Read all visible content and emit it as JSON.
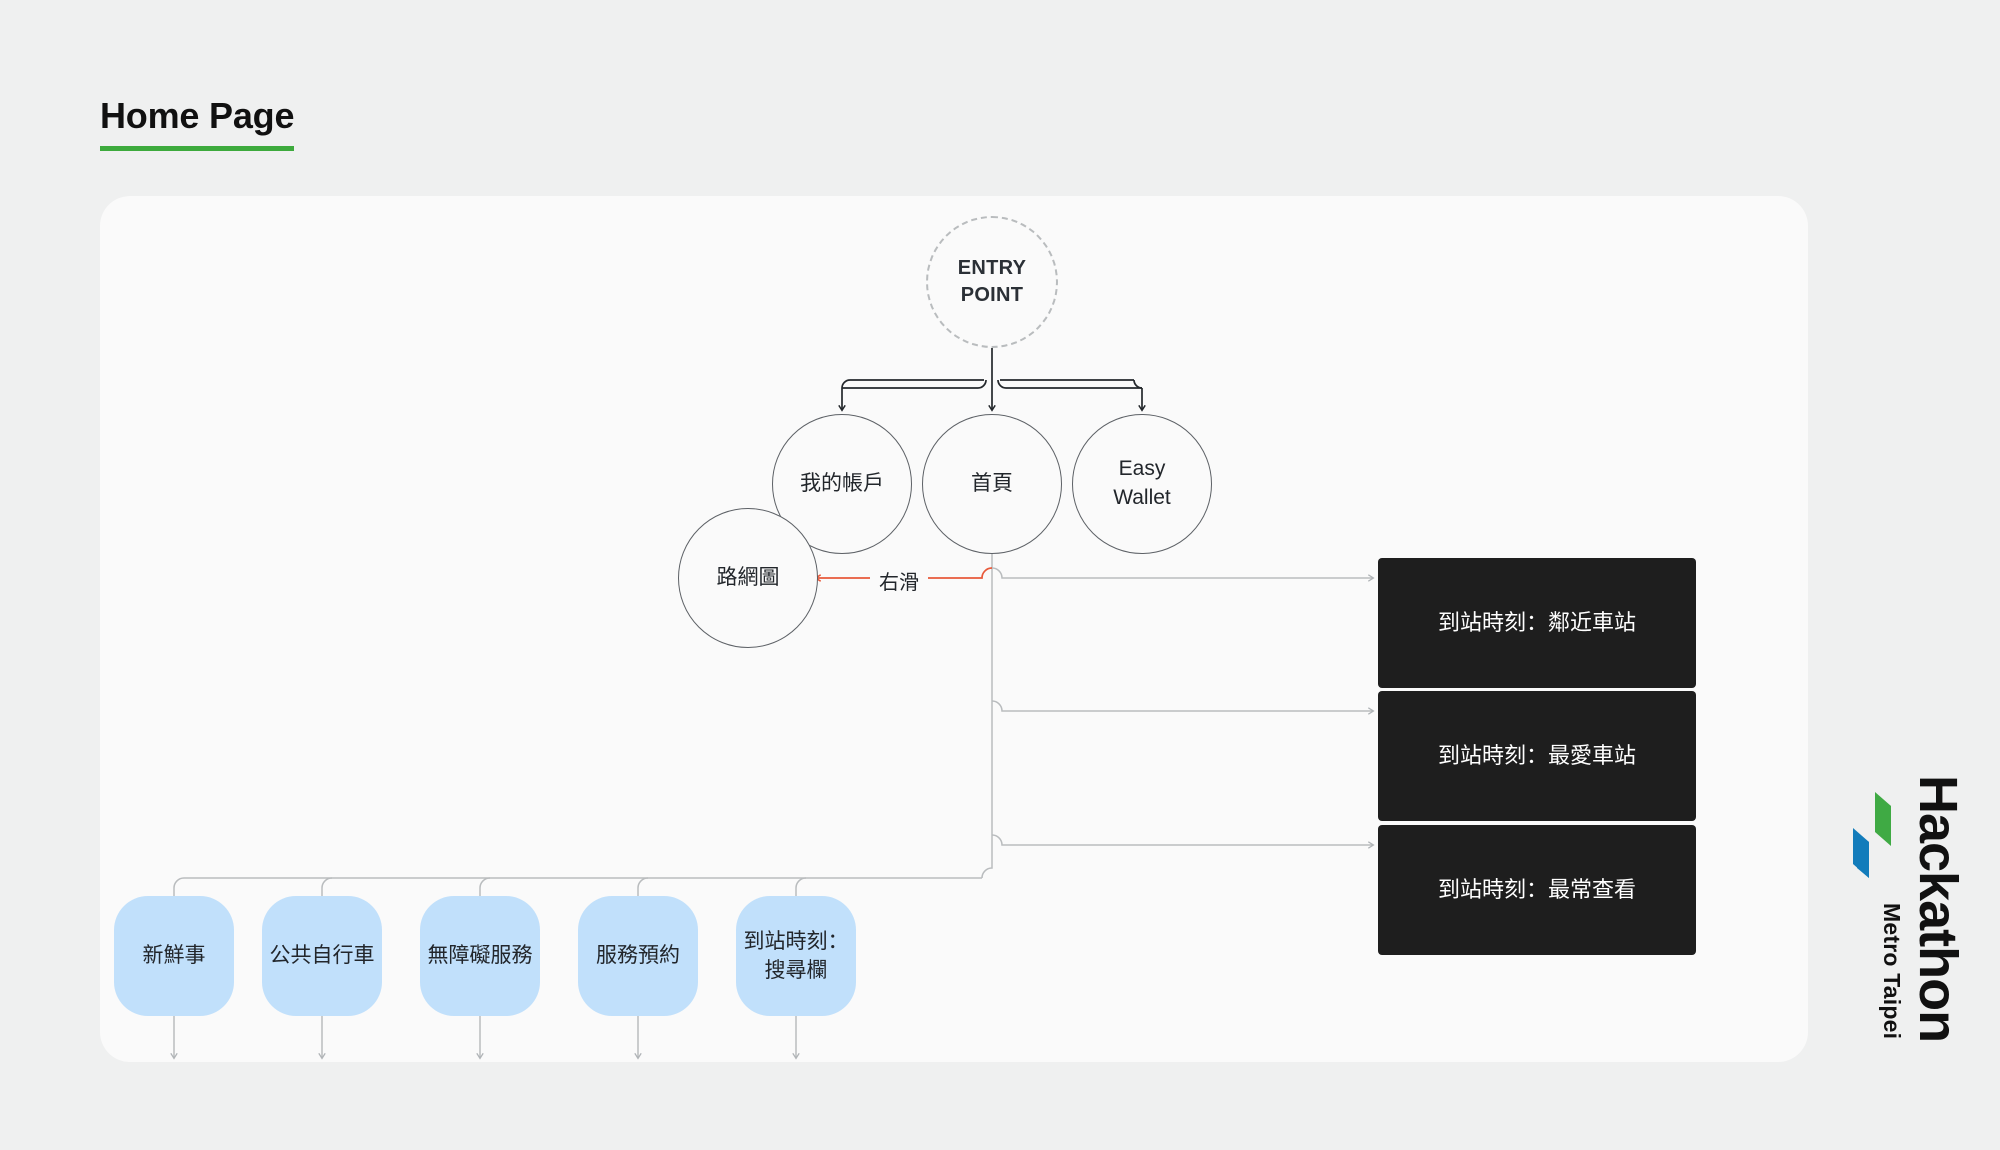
{
  "page": {
    "title": "Home Page",
    "accent_underline_color": "#3daa3d",
    "background_color": "#eff0f0",
    "card_color": "#fafafa"
  },
  "diagram": {
    "entry": {
      "line1": "ENTRY",
      "line2": "POINT"
    },
    "primary_nodes": [
      {
        "label": "我的帳戶"
      },
      {
        "label": "首頁"
      },
      {
        "label_line1": "Easy",
        "label_line2": "Wallet"
      }
    ],
    "swipe_node": {
      "label": "路網圖"
    },
    "swipe_edge_label": "右滑",
    "swipe_edge_color": "#e8593a",
    "home_children": [
      {
        "label": "新鮮事"
      },
      {
        "label": "公共自行車"
      },
      {
        "label": "無障礙服務"
      },
      {
        "label": "服務預約"
      },
      {
        "label_line1": "到站時刻：",
        "label_line2": "搜尋欄"
      }
    ],
    "arrival_boxes": [
      {
        "label": "到站時刻：鄰近車站"
      },
      {
        "label": "到站時刻：最愛車站"
      },
      {
        "label": "到站時刻：最常查看"
      }
    ],
    "blue_node_color": "#c1e0fb",
    "dark_node_color": "#1e1e1e",
    "connector_color": "#b9bcbe",
    "entry_connector_color": "#24282c"
  },
  "brand": {
    "name": "Hackathon",
    "subtitle": "Metro Taipei",
    "mark_green": "#3faa44",
    "mark_blue": "#127cbb"
  }
}
